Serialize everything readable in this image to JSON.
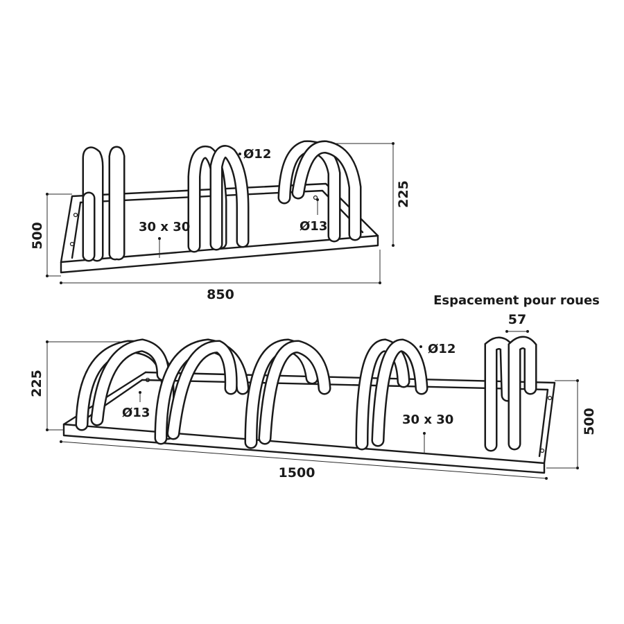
{
  "small_rack": {
    "width_label": "850",
    "depth_label": "500",
    "height_label": "225",
    "tube_diameter_label": "Ø12",
    "hole_diameter_label": "Ø13",
    "frame_section_label": "30 x 30"
  },
  "large_rack": {
    "width_label": "1500",
    "depth_label": "500",
    "height_label": "225",
    "tube_diameter_label": "Ø12",
    "hole_diameter_label": "Ø13",
    "frame_section_label": "30 x 30",
    "spacing_title": "Espacement pour roues",
    "spacing_label": "57"
  }
}
